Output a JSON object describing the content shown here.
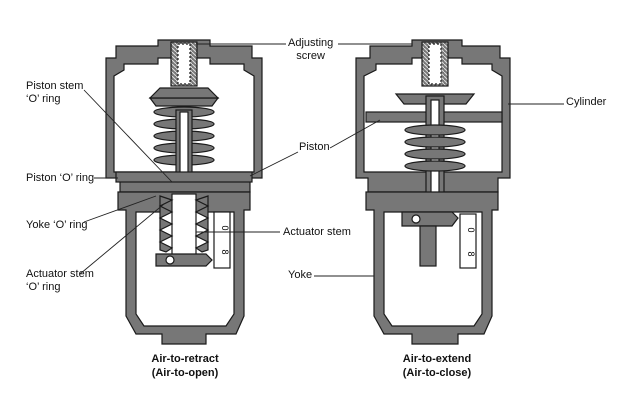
{
  "labels": {
    "adjusting_screw": [
      "Adjusting",
      "screw"
    ],
    "piston_stem_o_ring": [
      "Piston stem",
      "‘O’ ring"
    ],
    "piston": "Piston",
    "cylinder": "Cylinder",
    "piston_o_ring": "Piston ‘O’ ring",
    "yoke_o_ring": "Yoke ‘O’ ring",
    "actuator_stem": "Actuator stem",
    "actuator_stem_o_ring": [
      "Actuator stem",
      "‘O’ ring"
    ],
    "yoke": "Yoke"
  },
  "scale_marks": [
    "0",
    "8",
    "0",
    "8"
  ],
  "captions": {
    "left": [
      "Air-to-retract",
      "(Air-to-open)"
    ],
    "right": [
      "Air-to-extend",
      "(Air-to-close)"
    ]
  },
  "colors": {
    "body": "#777777",
    "outline": "#1a1a1a",
    "interior": "#ffffff",
    "leader": "#222222"
  }
}
